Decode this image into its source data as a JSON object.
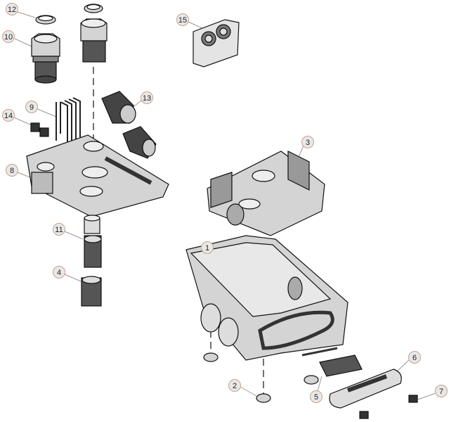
{
  "callouts": [
    {
      "id": "c12",
      "label": "12"
    },
    {
      "id": "c10",
      "label": "10"
    },
    {
      "id": "c15",
      "label": "15"
    },
    {
      "id": "c13",
      "label": "13"
    },
    {
      "id": "c9",
      "label": "9"
    },
    {
      "id": "c14",
      "label": "14"
    },
    {
      "id": "c8",
      "label": "8"
    },
    {
      "id": "c3",
      "label": "3"
    },
    {
      "id": "c11",
      "label": "11"
    },
    {
      "id": "c1",
      "label": "1"
    },
    {
      "id": "c4",
      "label": "4"
    },
    {
      "id": "c2",
      "label": "2"
    },
    {
      "id": "c6",
      "label": "6"
    },
    {
      "id": "c5",
      "label": "5"
    },
    {
      "id": "c7",
      "label": "7"
    }
  ],
  "colors": {
    "part_fill": "#d4d4d4",
    "part_dark": "#333333",
    "outline": "#111111"
  }
}
